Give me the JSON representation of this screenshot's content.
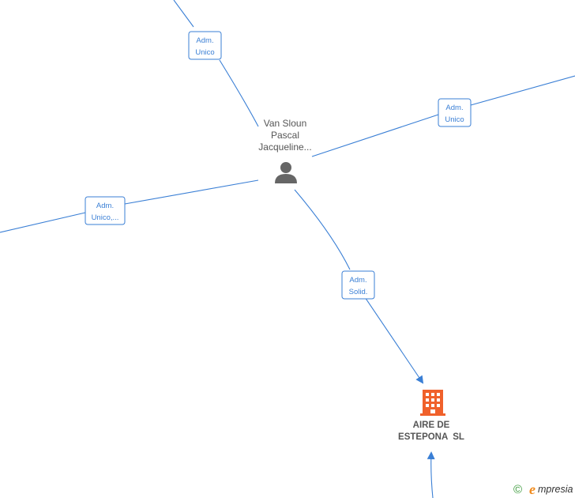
{
  "person": {
    "name_lines": [
      "Van Sloun",
      "Pascal",
      "Jacqueline..."
    ],
    "icon": "person-icon",
    "color": "#666666"
  },
  "company": {
    "name_lines": [
      "AIRE DE",
      "ESTEPONA  SL"
    ],
    "icon": "building-icon",
    "color": "#f0612b"
  },
  "relations": [
    {
      "id": "top",
      "lines": [
        "Adm.",
        "Unico"
      ]
    },
    {
      "id": "right",
      "lines": [
        "Adm.",
        "Unico"
      ]
    },
    {
      "id": "left",
      "lines": [
        "Adm.",
        "Unico,..."
      ]
    },
    {
      "id": "company",
      "lines": [
        "Adm.",
        "Solid."
      ]
    }
  ],
  "brand": {
    "copyright": "©",
    "e_letter": "e",
    "rest": "mpresia"
  },
  "colors": {
    "edge": "#3a7fd5",
    "label_text": "#555555"
  }
}
